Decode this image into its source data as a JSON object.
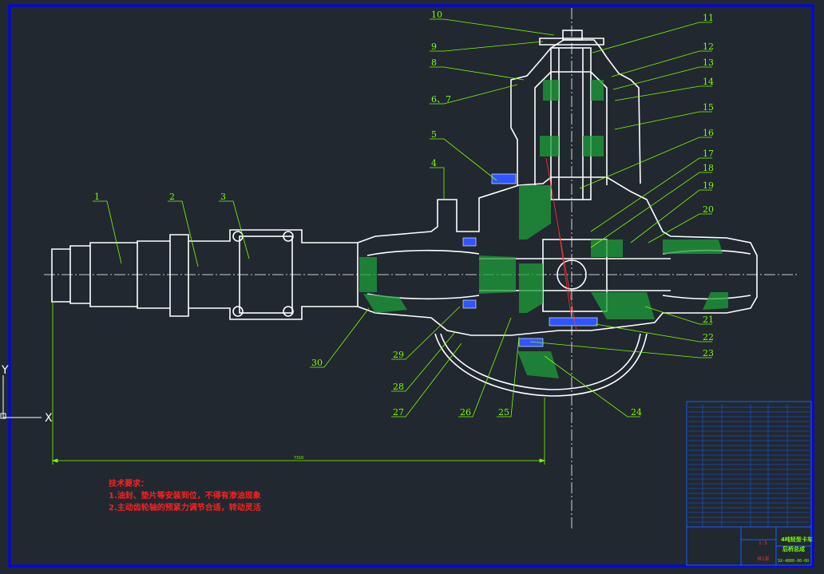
{
  "drawing": {
    "frame_color": "#0000FF",
    "background_color": "#212830",
    "outline_color": "#FFFFFF",
    "section_fill_color": "#1E9E3A",
    "leader_color": "#7CFF00"
  },
  "part_labels": [
    "1",
    "2",
    "3",
    "4",
    "5",
    "6、7",
    "8",
    "9",
    "10",
    "11",
    "12",
    "13",
    "14",
    "15",
    "16",
    "17",
    "18",
    "19",
    "20",
    "21",
    "22",
    "23",
    "24",
    "25",
    "26",
    "27",
    "28",
    "29",
    "30"
  ],
  "dimension": {
    "text": "7310"
  },
  "axis_icon": {
    "x_label": "X",
    "y_label": "Y"
  },
  "tech_requirements": {
    "title": "技术要求：",
    "items": [
      "1.油封、垫片等安装到位，不得有渗油现象",
      "2.主动齿轮轴的预紧力调节合适，转动灵活"
    ]
  },
  "title_block": {
    "title_line1": "4吨轻型卡车",
    "title_line2": "后桥总成",
    "drawing_no": "SX-4800-00-00",
    "scale": "1:5",
    "sheet": "共1张"
  }
}
